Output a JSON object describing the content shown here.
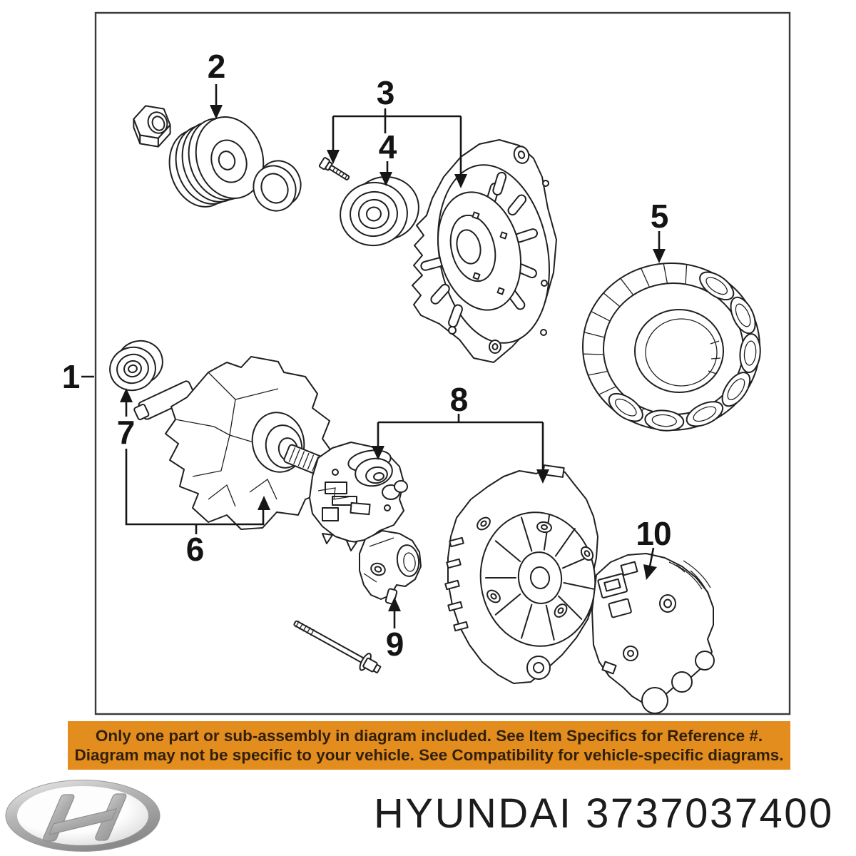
{
  "diagram": {
    "type": "exploded-parts-diagram",
    "callouts": [
      {
        "label": "1"
      },
      {
        "label": "2"
      },
      {
        "label": "3"
      },
      {
        "label": "4"
      },
      {
        "label": "5"
      },
      {
        "label": "6"
      },
      {
        "label": "7"
      },
      {
        "label": "8"
      },
      {
        "label": "9"
      },
      {
        "label": "10"
      }
    ]
  },
  "banner": {
    "line1": "Only one part or sub-assembly in diagram included. See Item Specifics for Reference #.",
    "line2": "Diagram may not be specific to your vehicle. See Compatibility for vehicle-specific diagrams.",
    "bg_color": "#E28D1E",
    "text_color": "#33200A"
  },
  "footer": {
    "brand": "HYUNDAI",
    "part_number": "3737037400"
  },
  "colors": {
    "line_art": "#202020",
    "frame": "#3a3a3a",
    "background": "#FFFFFF"
  }
}
